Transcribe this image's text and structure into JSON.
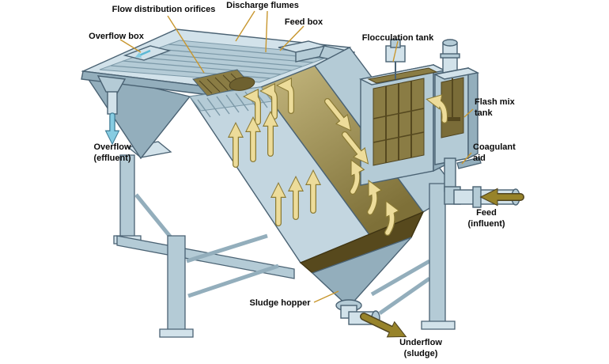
{
  "diagram": {
    "subject": "clarifier-process-cutaway",
    "labels": {
      "flow_distribution_orifices": "Flow distribution orifices",
      "discharge_flumes": "Discharge flumes",
      "feed_box": "Feed box",
      "overflow_box": "Overflow box",
      "flocculation_tank": "Flocculation tank",
      "flash_mix_tank": "Flash mix\ntank",
      "coagulant_aid": "Coagulant\naid",
      "overflow_effluent": "Overflow\n(effluent)",
      "feed_influent": "Feed\n(influent)",
      "sludge_hopper": "Sludge hopper",
      "underflow_sludge": "Underflow\n(sludge)"
    },
    "colors": {
      "steel_light": "#d2e2ea",
      "steel_mid": "#b4cbd6",
      "steel_dark": "#93aebc",
      "outline": "#4a6273",
      "tank_interior_olive": "#8a7c44",
      "sludge_dark": "#57491d",
      "flow_arrow_yellow": "#eddc9a",
      "feed_arrow_olive": "#97832a",
      "overflow_arrow_blue": "#86cce2",
      "leader_line_gold": "#c8972f"
    }
  }
}
